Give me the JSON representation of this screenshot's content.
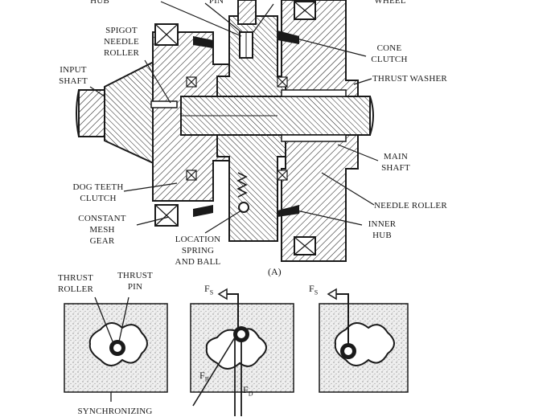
{
  "figure": {
    "caption": "(A)"
  },
  "labels": {
    "hub": "HUB",
    "pin": "PIN",
    "wheel": "WHEEL",
    "spigot_needle_roller": "SPIGOT\nNEEDLE\nROLLER",
    "input_shaft": "INPUT\nSHAFT",
    "cone_clutch": "CONE\nCLUTCH",
    "thrust_washer": "THRUST WASHER",
    "main_shaft": "MAIN\nSHAFT",
    "dog_teeth_clutch": "DOG TEETH\nCLUTCH",
    "constant_mesh_gear": "CONSTANT\nMESH\nGEAR",
    "needle_roller": "NEEDLE ROLLER",
    "inner_hub": "INNER\nHUB",
    "location_spring_and_ball": "LOCATION\nSPRING\nAND BALL",
    "thrust_roller": "THRUST\nROLLER",
    "thrust_pin": "THRUST\nPIN",
    "synchronizing": "SYNCHRONIZING"
  },
  "forces": {
    "fs_main": "F",
    "fs_sub": "S",
    "fr_main": "F",
    "fr_sub": "R",
    "fd_main": "F",
    "fd_sub": "D"
  },
  "colors": {
    "ink": "#1a1a1a",
    "stipple": "#b9b9b9",
    "background": "#ffffff"
  }
}
